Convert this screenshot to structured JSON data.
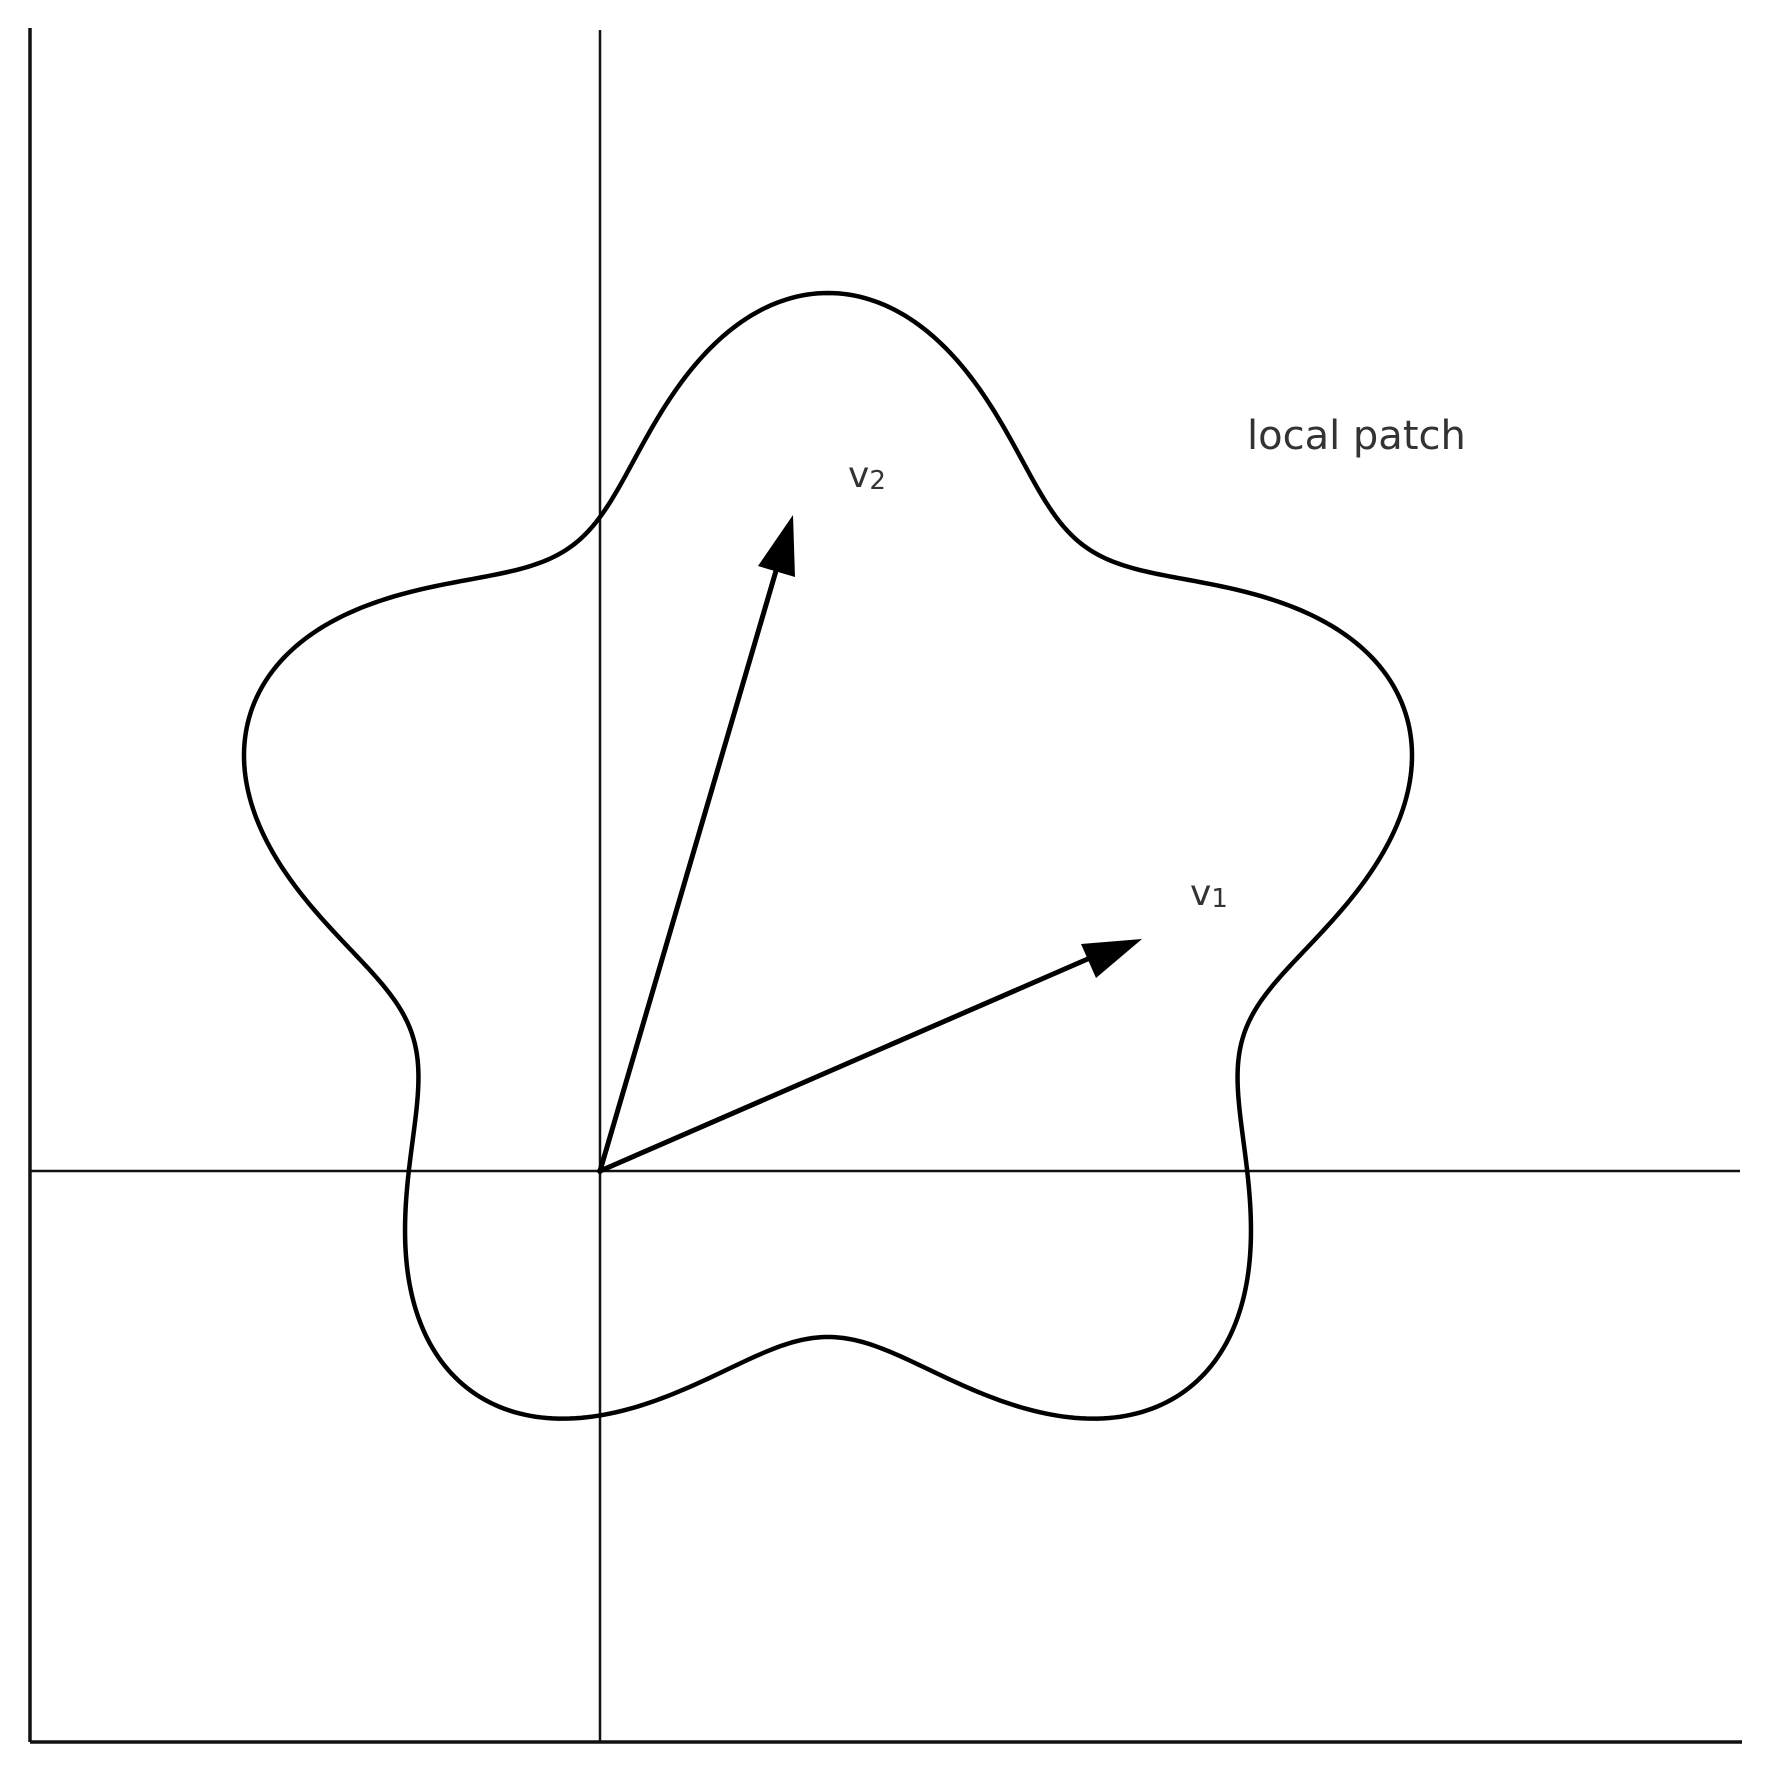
{
  "diagram": {
    "patch_label": "local patch",
    "vectors": [
      {
        "id": "v1",
        "label": "v",
        "subscript": "1"
      },
      {
        "id": "v2",
        "label": "v",
        "subscript": "2"
      }
    ],
    "colors": {
      "stroke": "#000000",
      "text": "#333333",
      "background": "#ffffff"
    }
  }
}
